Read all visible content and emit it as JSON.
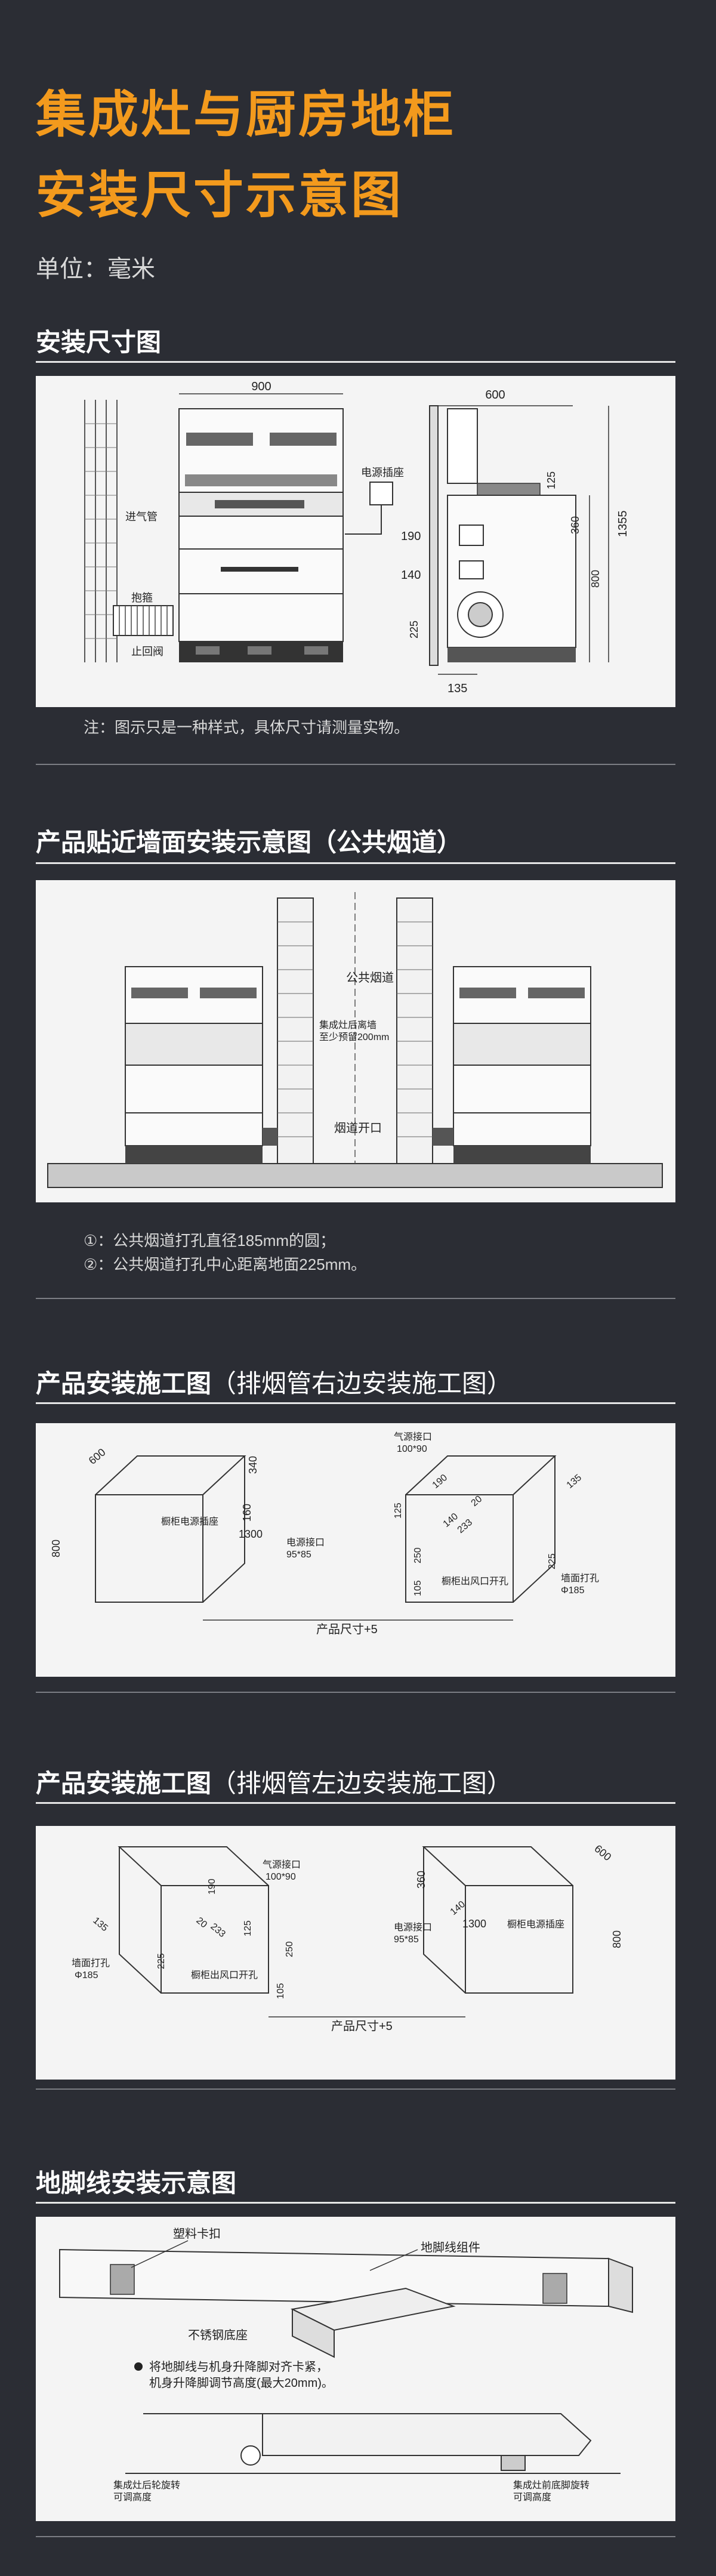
{
  "header": {
    "title_line1": "集成灶与厨房地柜",
    "title_line2": "安装尺寸示意图",
    "unit": "单位：毫米"
  },
  "sections": [
    {
      "title": "安装尺寸图",
      "labels": {
        "w900": "900",
        "w600": "600",
        "h1355": "1355",
        "h800": "800",
        "h360": "360",
        "h125": "125",
        "h190": "190",
        "h140": "140",
        "h225": "225",
        "w135": "135",
        "power_socket": "电源插座",
        "air_inlet": "进气管",
        "hoop": "抱箍",
        "check_valve": "止回阀"
      },
      "note": "注：图示只是一种样式，具体尺寸请测量实物。"
    },
    {
      "title": "产品贴近墙面安装示意图（公共烟道）",
      "labels": {
        "public_flue": "公共烟道",
        "gap_line1": "集成灶后离墙",
        "gap_line2": "至少预留200mm",
        "flue_opening": "烟道开口"
      },
      "notes": [
        "①：公共烟道打孔直径185mm的圆；",
        "②：公共烟道打孔中心距离地面225mm。"
      ]
    },
    {
      "title_main": "产品安装施工图",
      "title_sub": "（排烟管右边安装施工图）",
      "labels": {
        "w600": "600",
        "h800": "800",
        "h340": "340",
        "h160": "160",
        "cabinet_socket": "橱柜电源插座",
        "d1300": "1300",
        "power_port": "电源接口",
        "power_size": "95*85",
        "air_port": "气源接口",
        "air_size": "100*90",
        "h190": "190",
        "h125": "125",
        "d140": "140",
        "d233": "233",
        "d20": "20",
        "h250": "250",
        "h105": "105",
        "vent_opening": "橱柜出风口开孔",
        "h135": "135",
        "h225": "225",
        "wall_hole": "墙面打孔",
        "wall_hole_size": "Φ185",
        "product_size": "产品尺寸+5"
      }
    },
    {
      "title_main": "产品安装施工图",
      "title_sub": "（排烟管左边安装施工图）",
      "labels": {
        "air_port": "气源接口",
        "air_size": "100*90",
        "h190": "190",
        "h125": "125",
        "d20": "20",
        "d233": "233",
        "h135": "135",
        "h225": "225",
        "wall_hole": "墙面打孔",
        "wall_hole_size": "Φ185",
        "h250": "250",
        "h105": "105",
        "vent_opening": "橱柜出风口开孔",
        "product_size": "产品尺寸+5",
        "h360": "360",
        "d140": "140",
        "power_port": "电源接口",
        "power_size": "95*85",
        "d1300": "1300",
        "cabinet_socket": "橱柜电源插座",
        "w600": "600",
        "h800": "800"
      }
    },
    {
      "title": "地脚线安装示意图",
      "labels": {
        "plastic_clip": "塑料卡扣",
        "kickplate_kit": "地脚线组件",
        "steel_base": "不锈钢底座",
        "instruction_line1": "将地脚线与机身升降脚对齐卡紧，",
        "instruction_line2": "机身升降脚调节高度(最大20mm)。",
        "front_wheel_line1": "集成灶后轮旋转",
        "front_wheel_line2": "可调高度",
        "rear_foot_line1": "集成灶前底脚旋转",
        "rear_foot_line2": "可调高度"
      }
    }
  ],
  "colors": {
    "background": "#2b2d34",
    "accent": "#f39a1d",
    "panel": "#f4f4f4",
    "ink": "#222222"
  }
}
